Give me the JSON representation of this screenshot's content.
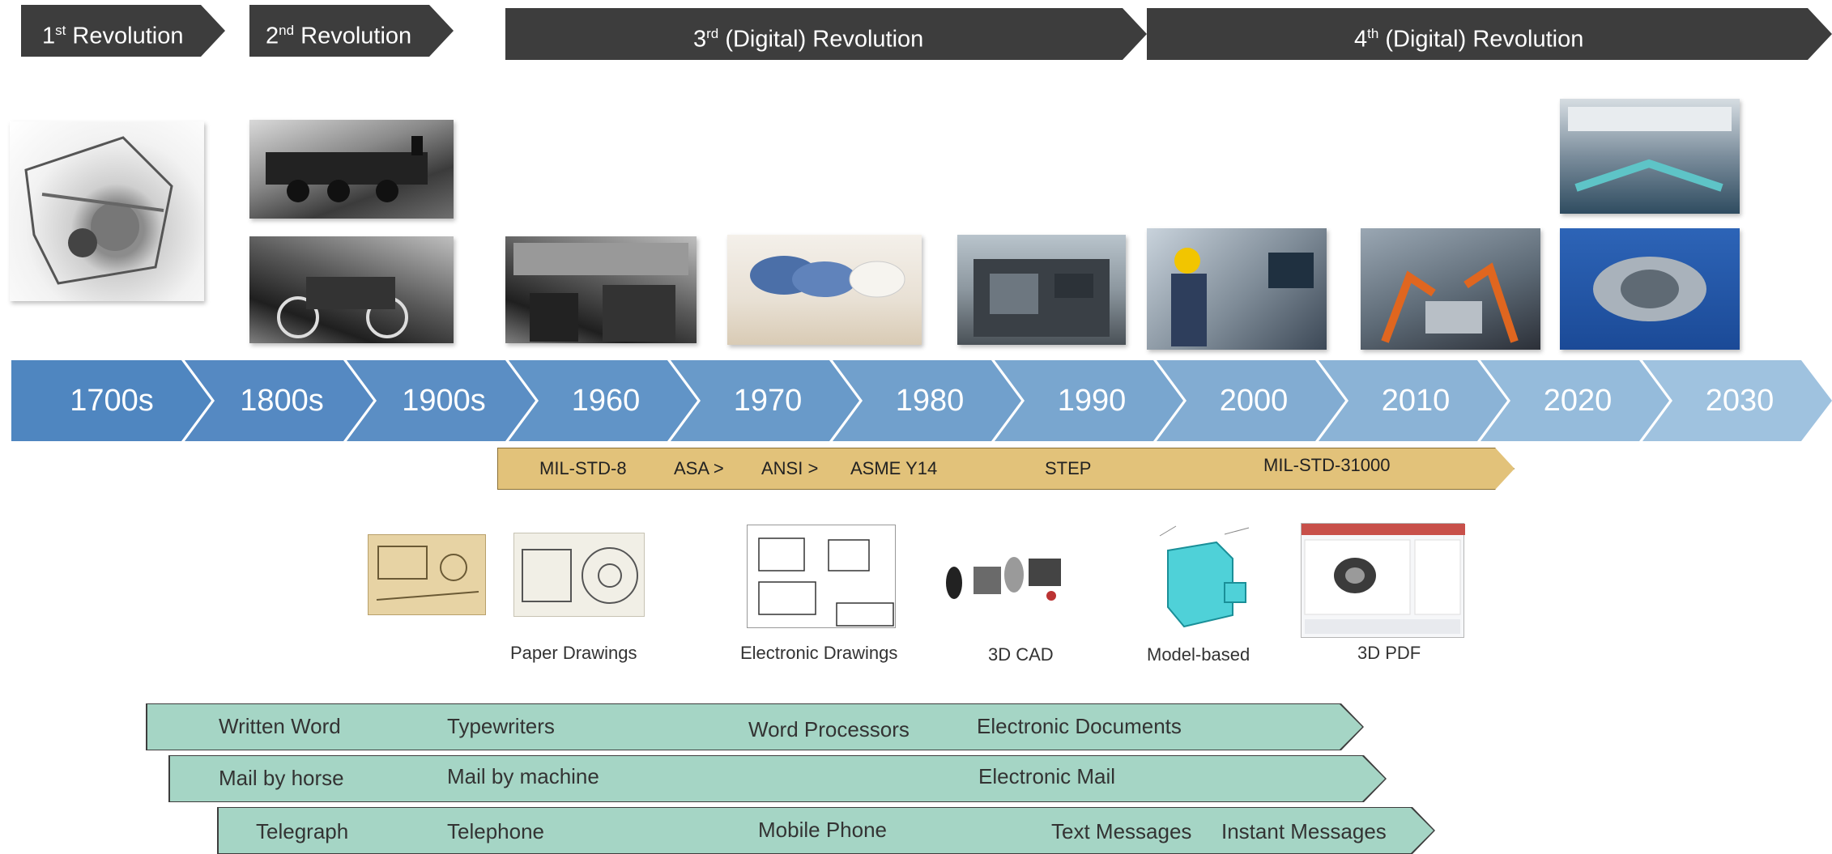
{
  "revolutions": [
    {
      "pre": "1",
      "sup": "st",
      "post": " Revolution"
    },
    {
      "pre": "2",
      "sup": "nd",
      "post": " Revolution"
    },
    {
      "pre": "3",
      "sup": "rd",
      "post": " (Digital) Revolution"
    },
    {
      "pre": "4",
      "sup": "th",
      "post": " (Digital) Revolution"
    }
  ],
  "decades": [
    "1700s",
    "1800s",
    "1900s",
    "1960",
    "1970",
    "1980",
    "1990",
    "2000",
    "2010",
    "2020",
    "2030"
  ],
  "decade_colors": [
    "#4f86c0",
    "#5589c2",
    "#5b8ec4",
    "#6194c7",
    "#699ac9",
    "#71a0cc",
    "#79a6cf",
    "#82acd2",
    "#8bb3d6",
    "#95bbdb",
    "#9fc2df"
  ],
  "standards": [
    "MIL-STD-8",
    "ASA >",
    "ANSI >",
    "ASME Y14",
    "STEP",
    "MIL-STD-31000"
  ],
  "drawing_captions": [
    "Paper Drawings",
    "Electronic Drawings",
    "3D CAD",
    "Model-based",
    "3D PDF"
  ],
  "communications": {
    "row1": [
      "Written Word",
      "Typewriters",
      "Word Processors",
      "Electronic Documents"
    ],
    "row2": [
      "Mail by horse",
      "Mail by machine",
      "Electronic Mail"
    ],
    "row3": [
      "Telegraph",
      "Telephone",
      "Mobile Phone",
      "Text Messages",
      "Instant Messages"
    ]
  },
  "colors": {
    "banner": "#3d3d3d",
    "standards_bar": "#e2c27a",
    "comm_bar": "#a5d5c5"
  }
}
